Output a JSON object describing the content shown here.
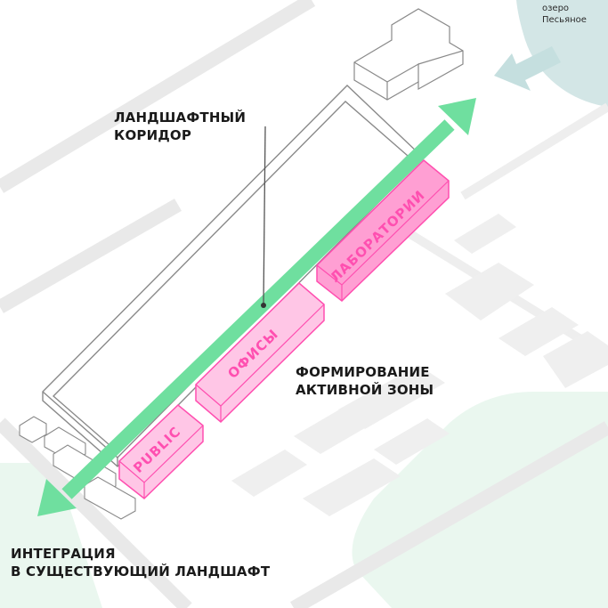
{
  "lake": {
    "line1": "озеро",
    "line2": "Песьяное",
    "color": "#d3e6e6",
    "arrow_color": "#c5dfdf"
  },
  "labels": {
    "corridor": [
      "ЛАНДШАФТНЫЙ",
      "КОРИДОР"
    ],
    "active_zone": [
      "ФОРМИРОВАНИЕ",
      "АКТИВНОЙ ЗОНЫ"
    ],
    "integration": [
      "ИНТЕГРАЦИЯ",
      "В СУЩЕСТВУЮЩИЙ ЛАНДШАФТ"
    ]
  },
  "zones": [
    {
      "id": "public",
      "label": "PUBLIC"
    },
    {
      "id": "offices",
      "label": "ОФИСЫ"
    },
    {
      "id": "labs",
      "label": "ЛАБОРАТОРИИ"
    }
  ],
  "colors": {
    "corridor_green": "#6fdf9f",
    "zone_fill": "#ffc6e6",
    "zone_stroke": "#ff4fb0",
    "zone_text": "#ff4fb0",
    "roads": "#e8e8e8",
    "blocks": "#eeeeee",
    "green_area": "#eaf7ef",
    "outline": "#8a8a8a"
  }
}
